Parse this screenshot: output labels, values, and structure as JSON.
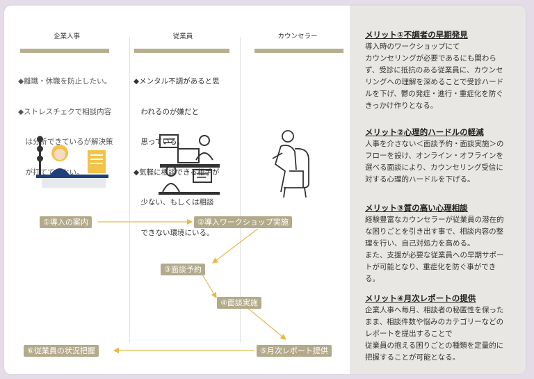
{
  "columns": [
    {
      "title": "企業人事",
      "issues": [
        "◆離職・休職を防止したい。",
        "◆ストレスチェクで相談内容",
        "　は分析できているが解決策",
        "　が打てていない。"
      ]
    },
    {
      "title": "従業員",
      "issues": [
        "◆メンタル不調があると思",
        "　われるのが嫌だと",
        "　思っている。",
        "◆気軽に相談できる相手が",
        "　少ない、もしくは相談",
        "　できない環境にいる。"
      ]
    },
    {
      "title": "カウンセラー",
      "issues": []
    }
  ],
  "steps": [
    "①導入の案内",
    "②導入ワークショップ実施",
    "③面談予約",
    "④面談実施",
    "⑤月次レポート提供",
    "⑥従業員の状況把握"
  ],
  "merits": [
    {
      "title": "メリット①不調者の早期発見",
      "lines": [
        "導入時のワークショップにて",
        "カウンセリングが必要であるにも関わら",
        "ず、受診に抵抗のある従業員に、カウンセ",
        "リングへの理解を深めることで受診ハード",
        "ルを下げ、鬱の発症・進行・重症化を防ぐ",
        "きっかけ作りとなる。"
      ]
    },
    {
      "title": "メリット②心理的ハードルの軽減",
      "lines": [
        "人事を介さない＜面談予約・面談実施＞の",
        "フローを設け、オンライン・オフラインを",
        "選べる面談により、カウンセリング受信に",
        "対する心理的ハードルを下げる。"
      ]
    },
    {
      "title": "メリット③質の高い心理相談",
      "lines": [
        "経験豊富なカウンセラーが従業員の潜在的",
        "な困りごとを引き出す事で、相談内容の整",
        "理を行い、自己対処力を高める。",
        "また、支援が必要な従業員への早期サポー",
        "トが可能となり、重症化を防ぐ事ができ",
        "る。"
      ]
    },
    {
      "title": "メリット④月次レポートの提供",
      "lines": [
        "企業人事へ毎月、相談者の秘匿性を保った",
        "まま、相談件数や悩みのカテゴリーなどの",
        "レポートを提出することで",
        "従業員の抱える困りごとの種類を定量的に",
        "把握することが可能となる。"
      ]
    }
  ],
  "colors": {
    "accent": "#b3aa8b",
    "arrow": "#e8b84a",
    "panel": "#e9e7e3"
  }
}
